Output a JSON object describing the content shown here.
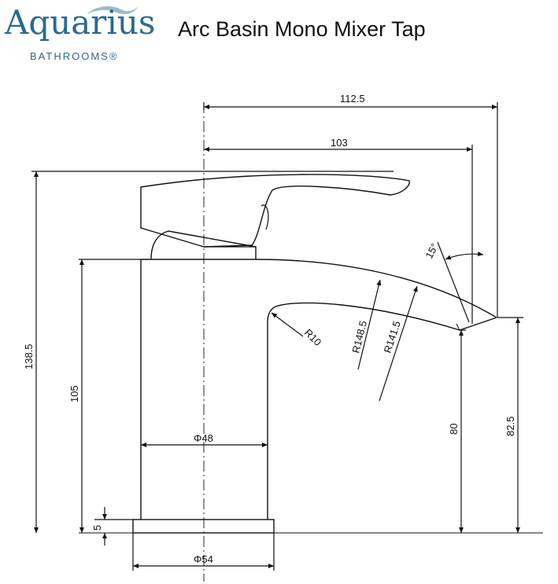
{
  "header": {
    "brand_name": "Aquarius",
    "brand_sub": "BATHROOMS®",
    "title": "Arc Basin Mono Mixer Tap"
  },
  "dimensions": {
    "total_width": "112.5",
    "spout_reach": "103",
    "total_height": "138.5",
    "body_height": "105",
    "base_height": "5",
    "body_diameter": "Φ48",
    "base_diameter": "Φ54",
    "spout_inner_radius": "R10",
    "spout_radius_1": "R148.5",
    "spout_radius_2": "R141.5",
    "spout_angle": "15°",
    "outlet_height_inner": "80",
    "outlet_height_outer": "82.5"
  },
  "colors": {
    "brand": "#2b6a8e",
    "brand_swoosh": "#9db9c9",
    "line": "#111111"
  }
}
